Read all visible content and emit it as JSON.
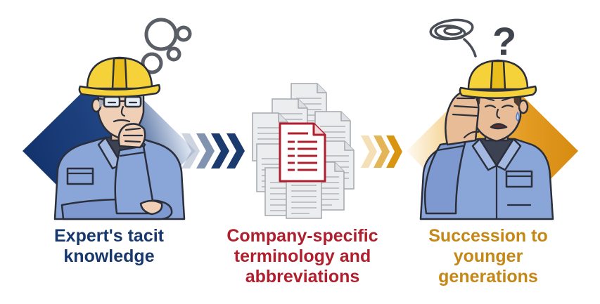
{
  "stages": [
    {
      "lines": [
        "Expert's tacit",
        "knowledge"
      ],
      "color": "#17386d"
    },
    {
      "lines": [
        "Company-specific",
        "terminology and",
        "abbreviations"
      ],
      "color": "#b01f2e"
    },
    {
      "lines": [
        "Succession to",
        "younger",
        "generations"
      ],
      "color": "#c58817"
    }
  ],
  "illustration": {
    "question_mark": "?",
    "icons": [
      "thought-bubbles-icon",
      "expert-worker-icon",
      "chevron-arrows-icon",
      "document-stack-icon",
      "red-document-icon",
      "young-worker-icon",
      "confusion-scribble-icon",
      "question-mark-icon"
    ]
  },
  "colors": {
    "navy": "#17386d",
    "red": "#b01f2e",
    "gold": "#d9950f",
    "helmet_yellow": "#f6d23a",
    "jacket_blue": "#8aa5d8"
  }
}
